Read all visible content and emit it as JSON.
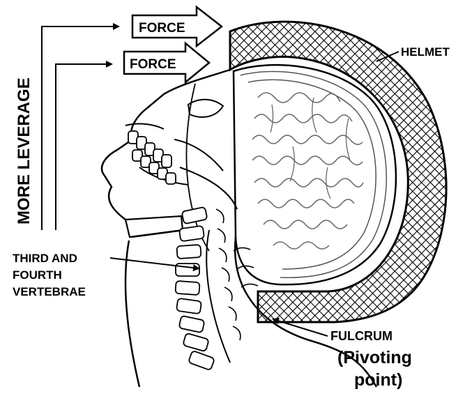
{
  "labels": {
    "leverage": "MORE LEVERAGE",
    "force_top": "FORCE",
    "force_bottom": "FORCE",
    "helmet": "HELMET",
    "vertebrae_line1": "THIRD AND",
    "vertebrae_line2": "FOURTH",
    "vertebrae_line3": "VERTEBRAE",
    "fulcrum": "FULCRUM",
    "pivot_line1": "(Pivoting",
    "pivot_line2": "point)"
  },
  "colors": {
    "ink": "#000000",
    "background": "#ffffff",
    "brain_gray": "#555555"
  }
}
